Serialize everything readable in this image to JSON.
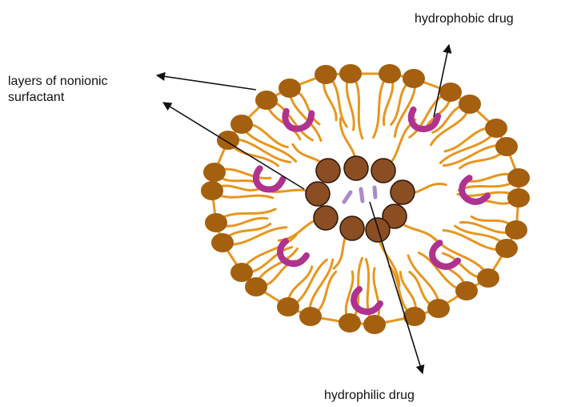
{
  "labels": {
    "hydrophobic": "hydrophobic drug",
    "surfactant_line1": "layers of nonionic",
    "surfactant_line2": "surfactant",
    "hydrophilic": "hydrophilic drug"
  },
  "colors": {
    "head_outer": "#a4600f",
    "head_inner": "#8a4e22",
    "tail": "#e8961e",
    "hydrophobic_drug": "#b0328f",
    "hydrophilic_drug": "#a88bc8",
    "arrow": "#111111"
  }
}
